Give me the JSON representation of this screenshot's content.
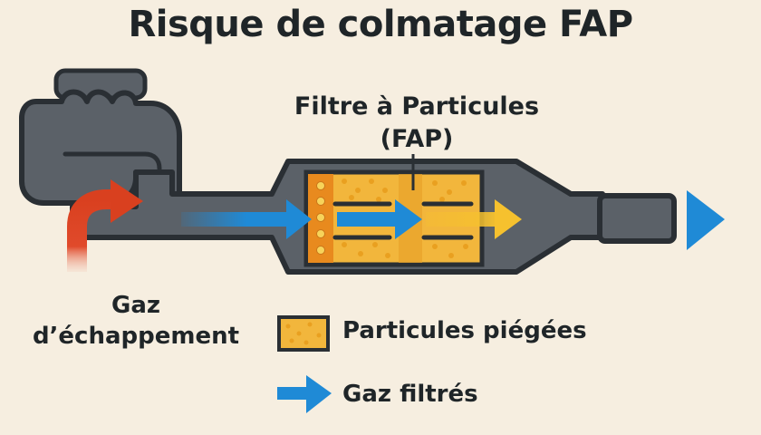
{
  "title": "Risque de colmatage FAP",
  "filter_label": {
    "line1": "Filtre à Particules",
    "line2": "(FAP)"
  },
  "exhaust_label": {
    "line1": "Gaz",
    "line2": "d’échappement"
  },
  "legend": {
    "trapped_particles": "Particules piégées",
    "filtered_gas": "Gaz filtrés"
  },
  "colors": {
    "background": "#f6eee0",
    "pipe": "#5b6168",
    "outline": "#2a2f34",
    "filter_fill": "#f2b63c",
    "clogged_fill": "#e88a1e",
    "dots": "#e9a020",
    "gas_flow": "#1f8ad6",
    "filtered_flow": "#f6c12e",
    "hot_exhaust": "#e04a2b"
  },
  "icons": [
    "engine-icon",
    "exhaust-pipe-icon",
    "particle-filter-icon",
    "flow-arrow-icon"
  ]
}
